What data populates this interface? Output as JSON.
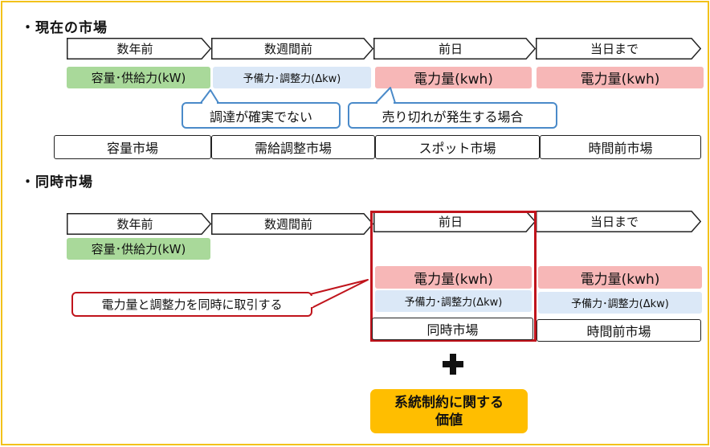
{
  "current": {
    "heading": "・現在の市場",
    "timeline": [
      "数年前",
      "数週間前",
      "前日",
      "当日まで"
    ],
    "products": {
      "capacity": "容量･供給力(kW)",
      "reserve": "予備力･調整力(Δkw)",
      "energy_dayahead": "電力量(kwh)",
      "energy_intraday": "電力量(kwh)"
    },
    "callouts": {
      "procurement": "調達が確実でない",
      "sellout": "売り切れが発生する場合"
    },
    "markets": [
      "容量市場",
      "需給調整市場",
      "スポット市場",
      "時間前市場"
    ]
  },
  "simultaneous": {
    "heading": "・同時市場",
    "timeline": [
      "数年前",
      "数週間前",
      "前日",
      "当日まで"
    ],
    "products": {
      "capacity": "容量･供給力(kW)",
      "energy_dayahead": "電力量(kwh)",
      "reserve_dayahead": "予備力･調整力(Δkw)",
      "energy_intraday": "電力量(kwh)",
      "reserve_intraday": "予備力･調整力(Δkw)"
    },
    "callout": "電力量と調整力を同時に取引する",
    "markets": {
      "dayahead": "同時市場",
      "intraday": "時間前市場"
    },
    "plus": "+",
    "value_box": "系統制約に関する\n価値"
  },
  "colors": {
    "frame": "#f2c21b",
    "capacity": "#a9d99a",
    "reserve": "#dbe8f7",
    "energy": "#f7b7b7",
    "callout_border_blue": "#4a8ac9",
    "callout_border_red": "#c0141c",
    "highlight": "#c0141c",
    "value": "#ffbe00"
  }
}
